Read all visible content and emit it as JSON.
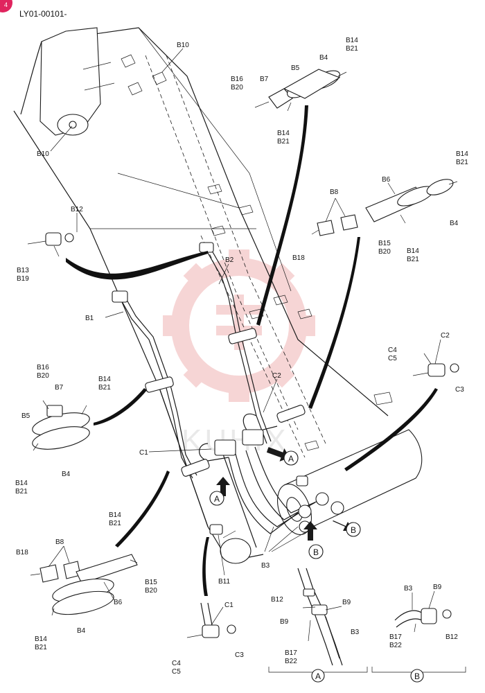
{
  "document": {
    "code": "LY01-00101-",
    "corner_badge": "4"
  },
  "colors": {
    "line": "#1a1a1a",
    "watermark": "#f0b4b4",
    "badge": "#e0245e",
    "leader_fill": "#111111"
  },
  "watermark": {
    "text": "KUHIX"
  },
  "callouts": {
    "b10_top": "B10",
    "b10_left": "B10",
    "b16": "B16",
    "b20": "B20",
    "b7": "B7",
    "b5": "B5",
    "b4": "B4",
    "b14": "B14",
    "b21": "B21",
    "b8": "B8",
    "b6": "B6",
    "b15": "B15",
    "b18": "B18",
    "b12": "B12",
    "b13": "B13",
    "b19": "B19",
    "b2": "B2",
    "b1": "B1",
    "c1": "C1",
    "c2": "C2",
    "c3": "C3",
    "c4": "C4",
    "c5": "C5",
    "b3": "B3",
    "b11": "B11",
    "b9": "B9",
    "b17": "B17",
    "b22": "B22"
  },
  "views": {
    "a": "A",
    "b": "B"
  }
}
